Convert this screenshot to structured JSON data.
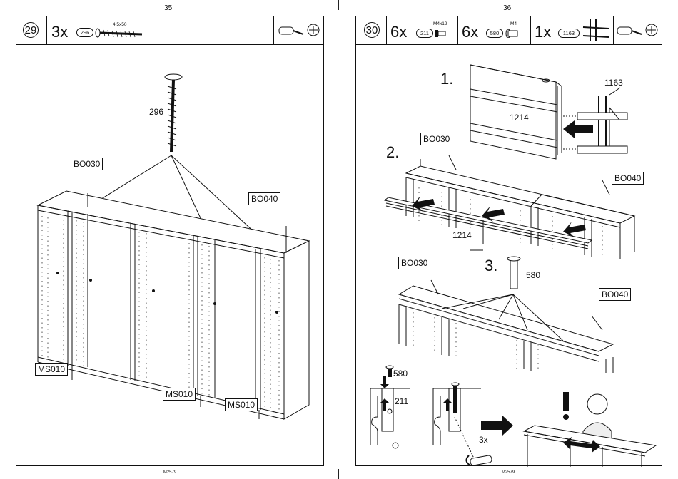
{
  "pages": [
    {
      "page_number": "35.",
      "footer": "M2579",
      "step": {
        "number": "29",
        "items": [
          {
            "qty": "3x",
            "part": "296",
            "size": "4,5x50"
          }
        ]
      },
      "labels": {
        "screw": "296",
        "top_left": "BO030",
        "top_right": "BO040",
        "side_left": "MS010",
        "side_mid": "MS010",
        "side_right": "MS010"
      }
    },
    {
      "page_number": "36.",
      "footer": "M2579",
      "step": {
        "number": "30",
        "items": [
          {
            "qty": "6x",
            "part": "211",
            "size": "M4x12"
          },
          {
            "qty": "6x",
            "part": "580",
            "size": "M4"
          },
          {
            "qty": "1x",
            "part": "1163",
            "size": ""
          }
        ]
      },
      "substeps": [
        "1.",
        "2.",
        "3."
      ],
      "labels": {
        "rail_1163": "1163",
        "rail_1214_a": "1214",
        "bo030_a": "BO030",
        "bo040_a": "BO040",
        "rail_1214_b": "1214",
        "bo030_b": "BO030",
        "bo040_b": "BO040",
        "part_580_a": "580",
        "part_580_b": "580",
        "part_211": "211",
        "count_3x": "3x"
      }
    }
  ]
}
